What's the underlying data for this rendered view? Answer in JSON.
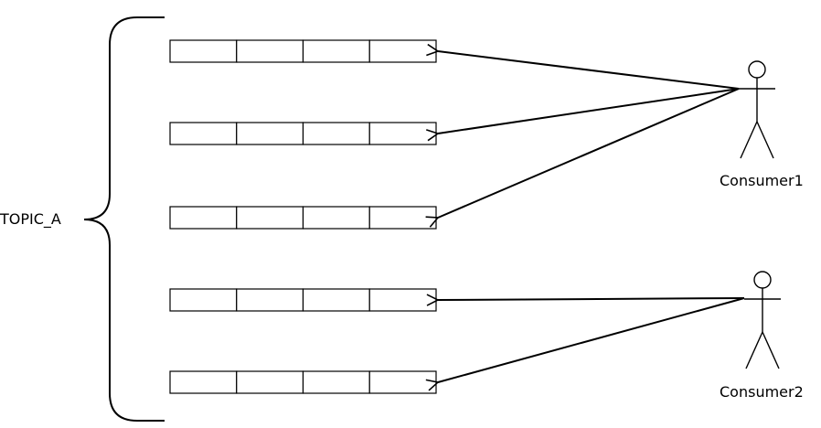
{
  "topic": {
    "label": "TOPIC_A"
  },
  "partitions": [
    {
      "cells": 4
    },
    {
      "cells": 4
    },
    {
      "cells": 4
    },
    {
      "cells": 4
    },
    {
      "cells": 4
    }
  ],
  "consumers": [
    {
      "label": "Consumer1",
      "reads_partitions": [
        0,
        1,
        2
      ]
    },
    {
      "label": "Consumer2",
      "reads_partitions": [
        3,
        4
      ]
    }
  ],
  "colors": {
    "stroke": "#000000",
    "fill": "#ffffff"
  }
}
